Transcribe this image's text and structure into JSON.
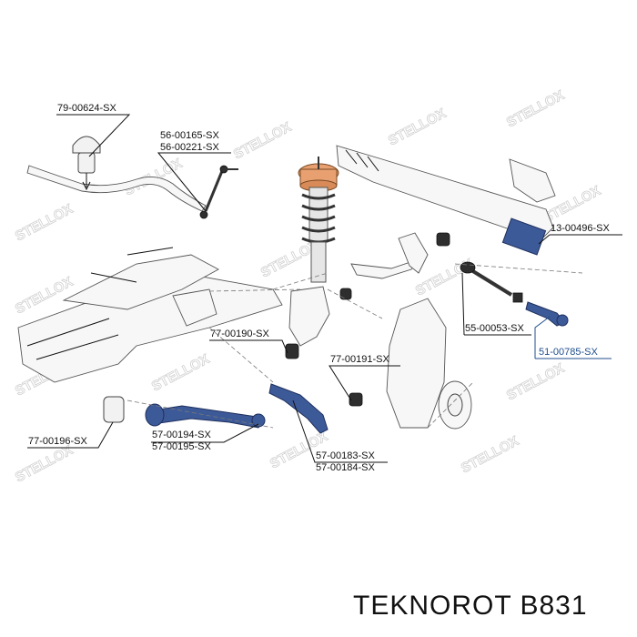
{
  "watermark": {
    "text": "STELLOX"
  },
  "labels": [
    {
      "id": "79-00624",
      "text": "79-00624-SX"
    },
    {
      "id": "56-00165",
      "text": "56-00165-SX"
    },
    {
      "id": "56-00221",
      "text": "56-00221-SX"
    },
    {
      "id": "13-00496",
      "text": "13-00496-SX"
    },
    {
      "id": "55-00053",
      "text": "55-00053-SX"
    },
    {
      "id": "51-00785",
      "text": "51-00785-SX"
    },
    {
      "id": "77-00190",
      "text": "77-00190-SX"
    },
    {
      "id": "77-00191",
      "text": "77-00191-SX"
    },
    {
      "id": "77-00196",
      "text": "77-00196-SX"
    },
    {
      "id": "57-00194",
      "text": "57-00194-SX"
    },
    {
      "id": "57-00195",
      "text": "57-00195-SX"
    },
    {
      "id": "57-00183",
      "text": "57-00183-SX"
    },
    {
      "id": "57-00184",
      "text": "57-00184-SX"
    }
  ],
  "footer": {
    "text": "TEKNOROT B831"
  },
  "colors": {
    "accent_label": "#1f4e8c",
    "arm_blue": "#3d5a98",
    "strut_spring": "#e8a070"
  }
}
